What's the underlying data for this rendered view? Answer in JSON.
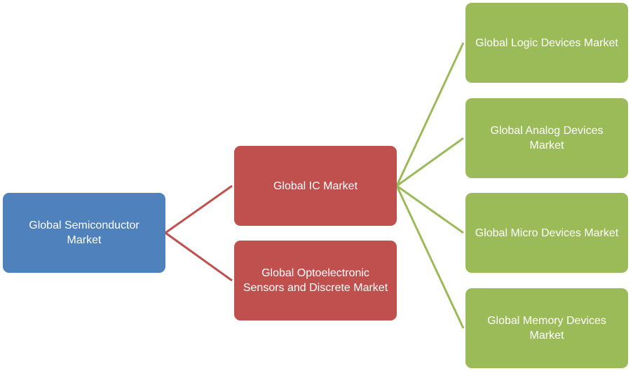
{
  "diagram": {
    "root": {
      "label": "Global Semiconductor\nMarket",
      "color": "#4f81bd"
    },
    "level1": [
      {
        "label": "Global IC Market",
        "color": "#c0504d"
      },
      {
        "label": "Global Optoelectronic\nSensors and Discrete Market",
        "color": "#c0504d"
      }
    ],
    "level2": [
      {
        "label": "Global Logic Devices Market",
        "color": "#9bbb59"
      },
      {
        "label": "Global Analog Devices\nMarket",
        "color": "#9bbb59"
      },
      {
        "label": "Global Micro Devices Market",
        "color": "#9bbb59"
      },
      {
        "label": "Global Memory Devices\nMarket",
        "color": "#9bbb59"
      }
    ],
    "connector_colors": {
      "root_to_level1": "#c0504d",
      "level1_to_level2": "#9bbb59"
    }
  }
}
